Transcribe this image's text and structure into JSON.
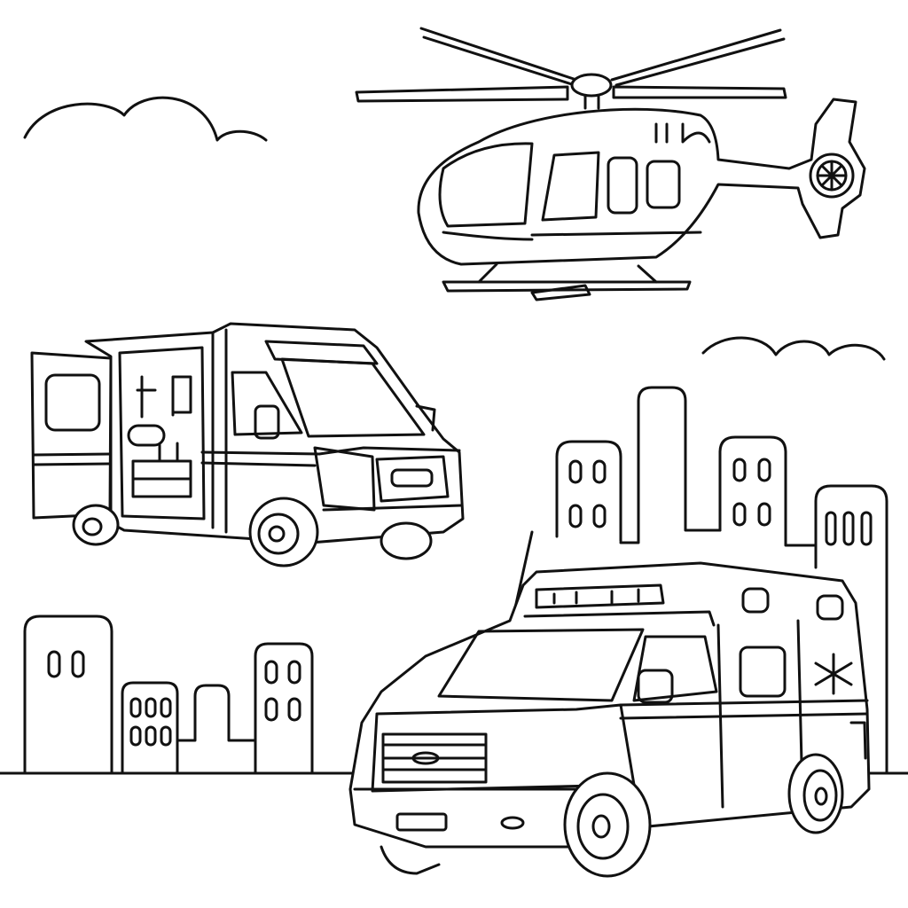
{
  "illustration": {
    "style": "black line-art coloring page",
    "colors": {
      "line": "#111111",
      "background": "#ffffff"
    },
    "subjects": [
      "helicopter",
      "ambulance-open-door",
      "ambulance-front",
      "city-buildings",
      "clouds"
    ]
  }
}
